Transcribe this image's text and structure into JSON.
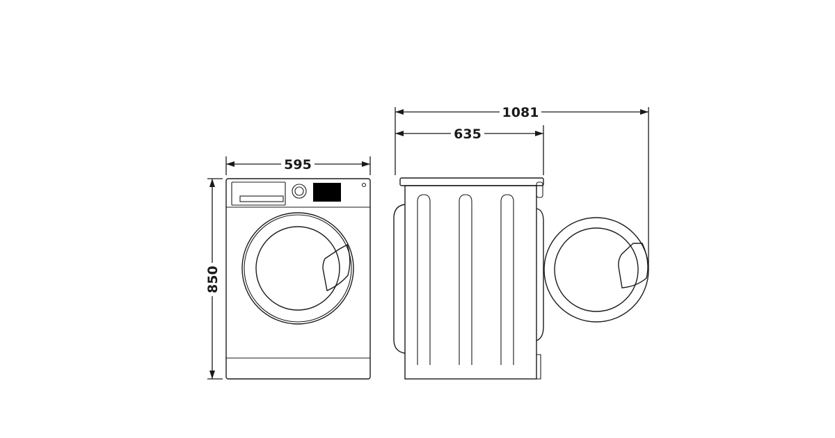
{
  "dimensions": {
    "width": "595",
    "height": "850",
    "depth": "635",
    "depth_door_open": "1081"
  },
  "colors": {
    "line": "#1a1a1a",
    "display": "#000000",
    "background": "#ffffff"
  }
}
